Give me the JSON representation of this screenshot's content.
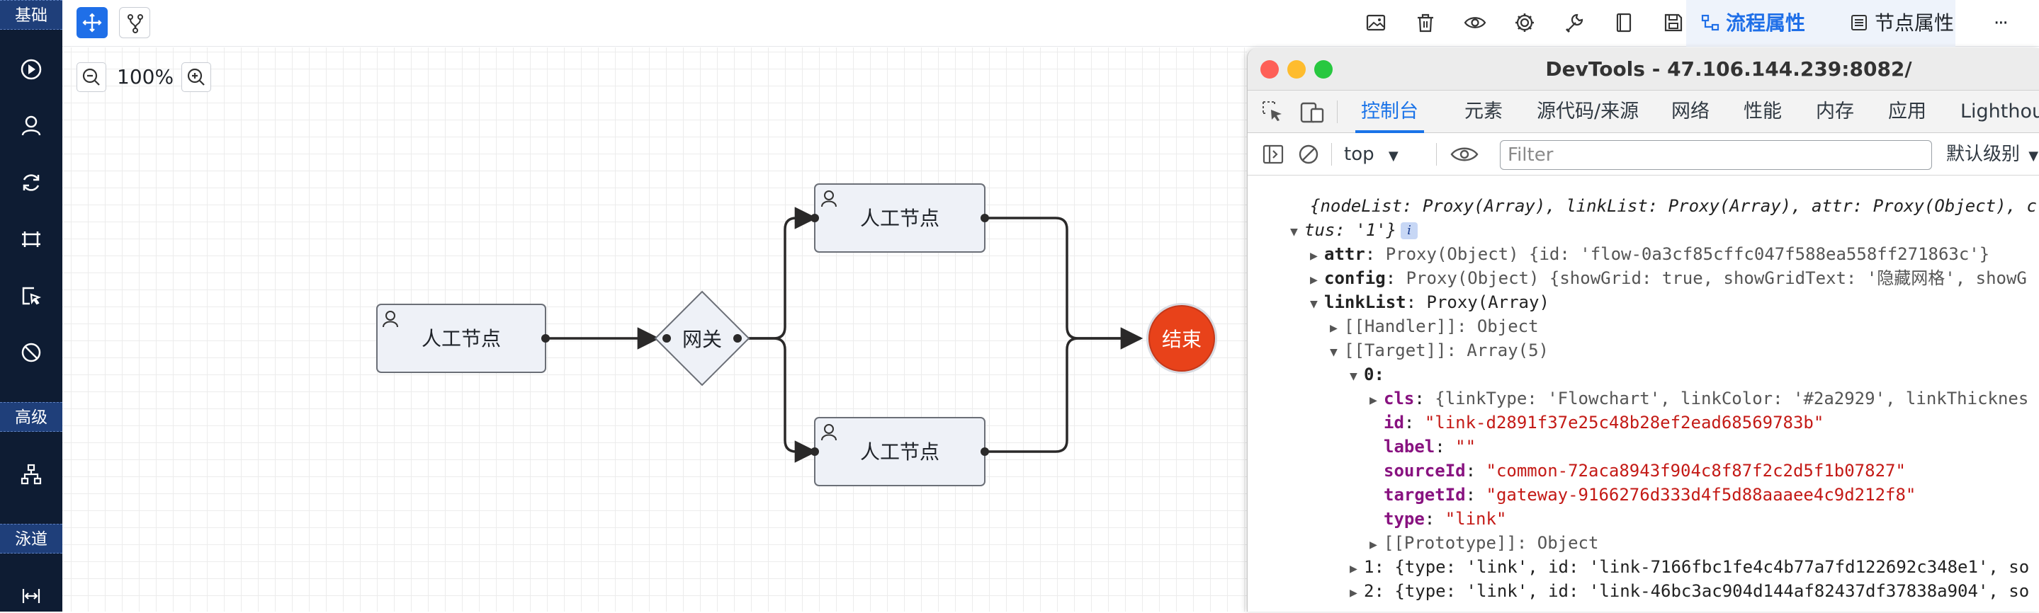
{
  "sidebar": {
    "sections": [
      {
        "label": "基础"
      },
      {
        "label": "高级"
      },
      {
        "label": "泳道"
      }
    ],
    "icons": [
      "start-node-icon",
      "user-node-icon",
      "loop-icon",
      "crop-frame-icon",
      "cursor-select-icon",
      "stop-circle-icon",
      "org-chart-icon",
      "swimlane-icon"
    ]
  },
  "toolbar": {
    "tools": [
      "move-icon",
      "branch-icon"
    ],
    "actions": [
      "image-icon",
      "delete-icon",
      "eye-icon",
      "gear-icon",
      "wrench-icon",
      "book-icon",
      "save-icon"
    ],
    "tab_flow": "流程属性",
    "tab_node": "节点属性",
    "more": "···"
  },
  "canvas": {
    "zoom": "100%",
    "nodes": {
      "start_task": "人工节点",
      "gateway": "网关",
      "upper_task": "人工节点",
      "lower_task": "人工节点",
      "end": "结束"
    },
    "colors": {
      "end": "#e8421a",
      "node_fill": "#eef1f7",
      "link": "#2a2929"
    }
  },
  "devtools": {
    "title": "DevTools - 47.106.144.239:8082/",
    "tabs": [
      "控制台",
      "元素",
      "源代码/来源",
      "网络",
      "性能",
      "内存",
      "应用",
      "Lighthouse"
    ],
    "active_tab": "控制台",
    "context": "top",
    "filter_placeholder": "Filter",
    "level": "默认级别",
    "console": {
      "line0": "{nodeList: Proxy(Array), linkList: Proxy(Array), attr: Proxy(Object), c",
      "line0b": "tus: '1'}",
      "attr_key": "attr",
      "attr_val": "Proxy(Object) {id: 'flow-0a3cf85cffc047f588ea558ff271863c'}",
      "config_key": "config",
      "config_val": "Proxy(Object) {showGrid: true, showGridText: '隐藏网格', showG",
      "linkList_key": "linkList",
      "linkList_val": "Proxy(Array)",
      "handler": "[[Handler]]: Object",
      "target": "[[Target]]: Array(5)",
      "idx0": "0:",
      "cls_key": "cls",
      "cls_val": "{linkType: 'Flowchart', linkColor: '#2a2929', linkThicknes",
      "id_key": "id",
      "id_val": "\"link-d2891f37e25c48b28ef2ead68569783b\"",
      "label_key": "label",
      "label_val": "\"\"",
      "sourceId_key": "sourceId",
      "sourceId_val": "\"common-72aca8943f904c8f87f2c2d5f1b07827\"",
      "targetId_key": "targetId",
      "targetId_val": "\"gateway-9166276d333d4f5d88aaaee4c9d212f8\"",
      "type_key": "type",
      "type_val": "\"link\"",
      "proto": "[[Prototype]]: Object",
      "row1": "1: {type: 'link', id: 'link-7166fbc1fe4c4b77a7fd122692c348e1', so",
      "row2": "2: {type: 'link', id: 'link-46bc3ac904d144af82437df37838a904', so"
    }
  }
}
